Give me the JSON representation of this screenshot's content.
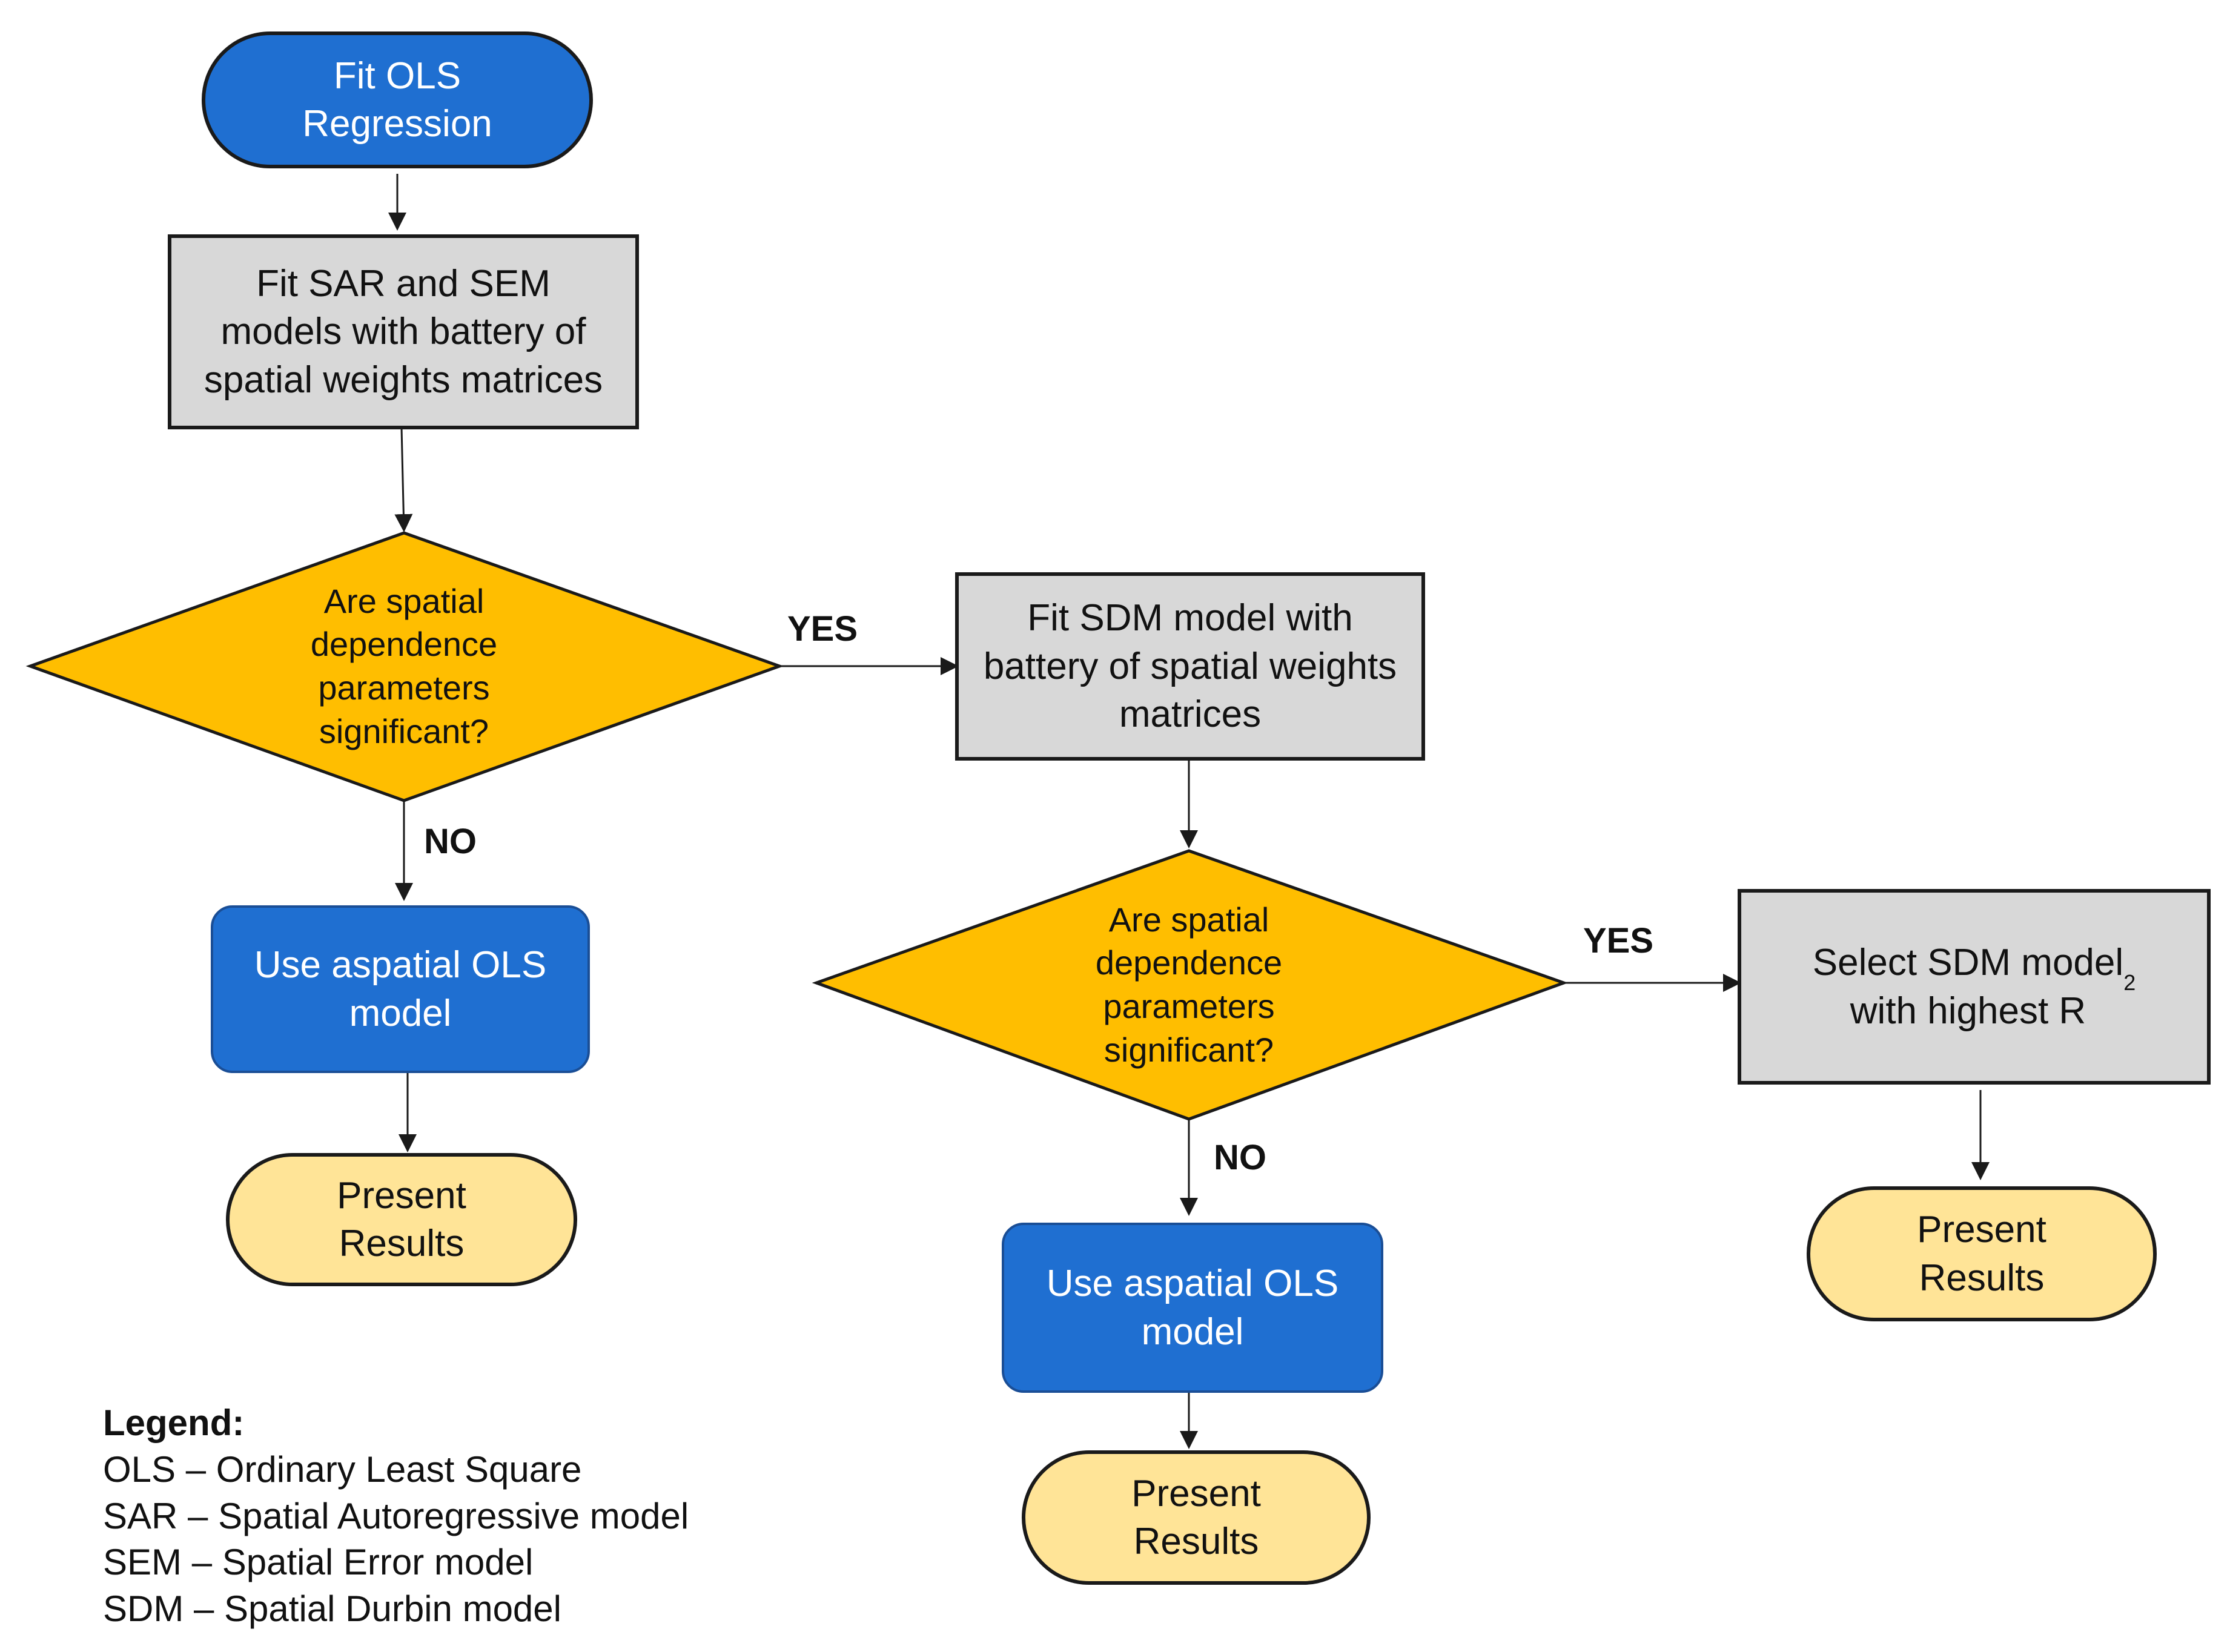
{
  "colors": {
    "terminal_blue": "#1F6FD1",
    "process_gray": "#D8D8D8",
    "decision_orange": "#FFBE00",
    "terminal_yellow": "#FFE497",
    "stroke": "#1A1A1A"
  },
  "nodes": {
    "fit_ols": "Fit OLS\nRegression",
    "fit_sar_sem": "Fit SAR and SEM\nmodels with battery of\nspatial weights matrices",
    "decision1": "Are spatial\ndependence\nparameters\nsignificant?",
    "use_ols1": "Use aspatial OLS\nmodel",
    "present1": "Present\nResults",
    "fit_sdm": "Fit SDM model with\nbattery of spatial weights\nmatrices",
    "decision2": "Are spatial\ndependence\nparameters\nsignificant?",
    "use_ols2": "Use aspatial OLS\nmodel",
    "present2": "Present\nResults",
    "select_sdm": "Select SDM model\nwith highest R",
    "select_sdm_sup": "2",
    "present3": "Present\nResults"
  },
  "edge_labels": {
    "d1_yes": "YES",
    "d1_no": "NO",
    "d2_yes": "YES",
    "d2_no": "NO"
  },
  "legend": {
    "title": "Legend:",
    "items": [
      "OLS – Ordinary Least Square",
      "SAR – Spatial Autoregressive model",
      "SEM – Spatial Error model",
      "SDM – Spatial Durbin model"
    ]
  }
}
